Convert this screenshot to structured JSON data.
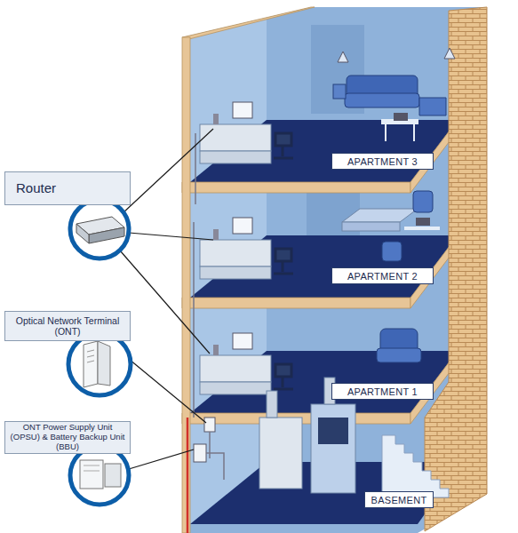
{
  "diagram": {
    "nodes": [
      {
        "text": [
          "APARTMENT 3"
        ]
      },
      {
        "text": [
          "Router"
        ]
      },
      {
        "text": [
          "APARTMENT 2"
        ]
      },
      {
        "text": [
          "Optical Network Terminal (ONT)"
        ]
      },
      {
        "text": [
          "APARTMENT 1"
        ]
      },
      {
        "text": [
          "ONT Power Supply Unit (OPSU) & Battery Backup Unit (BBU)"
        ]
      },
      {
        "text": [
          "BASEMENT"
        ]
      }
    ]
  }
}
